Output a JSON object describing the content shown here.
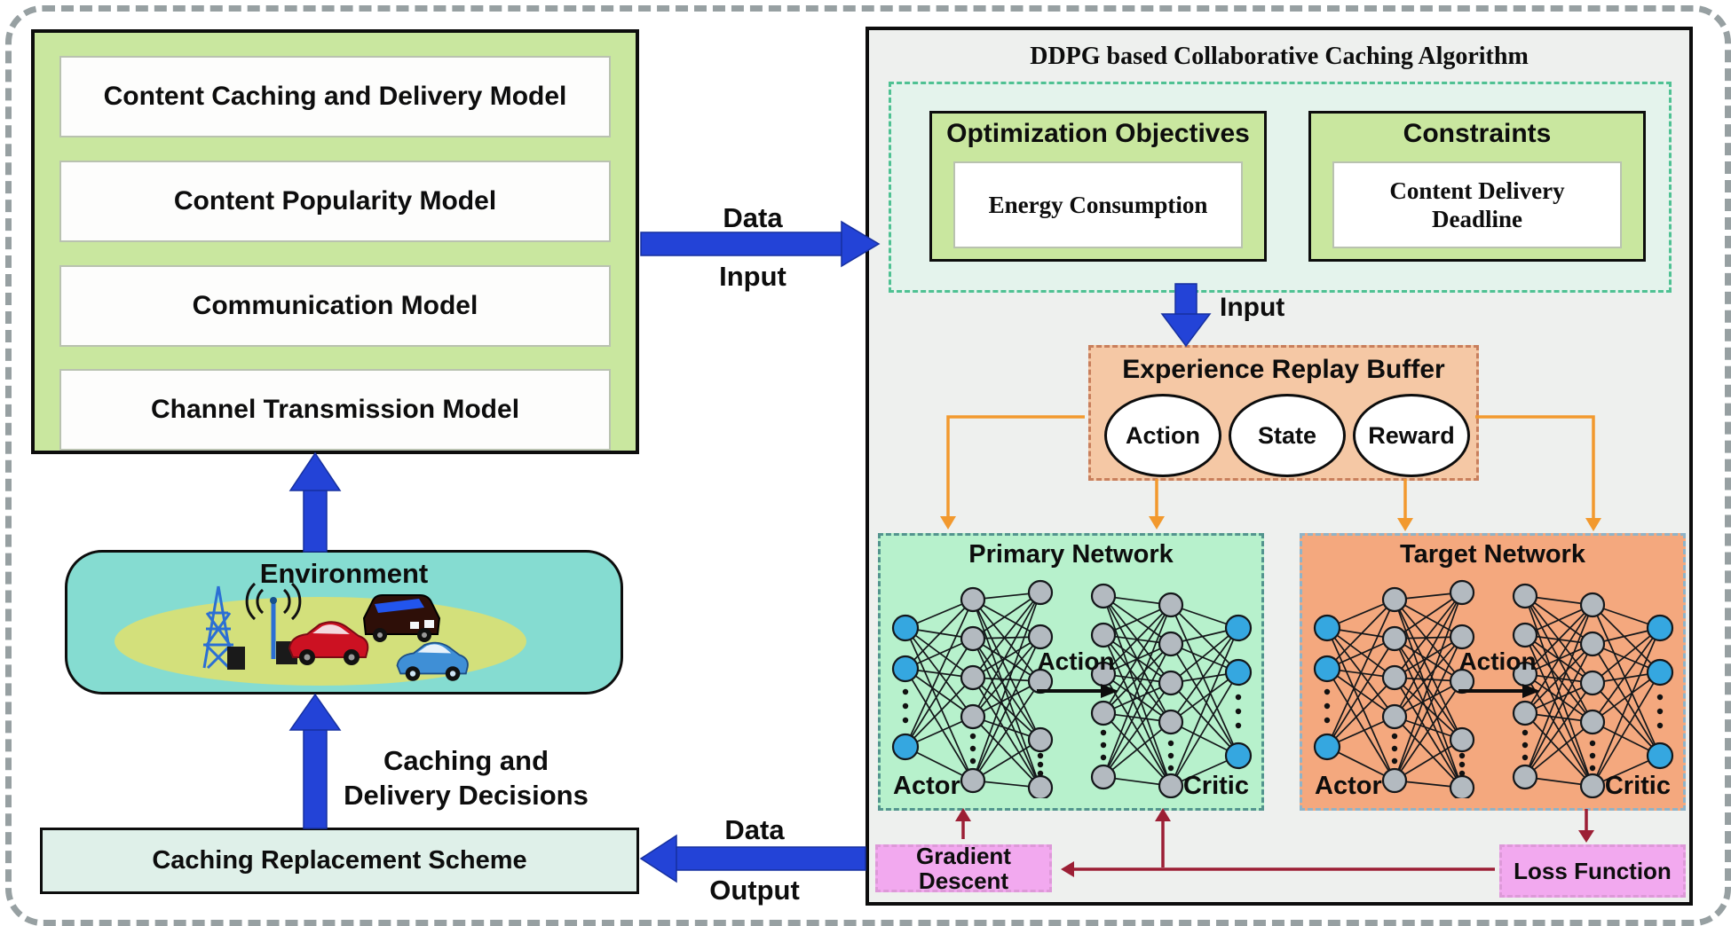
{
  "colors": {
    "blue_arrow": "#2343d7",
    "blue_arrow_edge": "#16309f",
    "orange_line": "#f2992e",
    "maroon_line": "#9c1f35",
    "green_fill": "#c9e79f",
    "mint_fill": "#b7f1cc",
    "salmon_fill": "#f4a87e",
    "peach_fill": "#f5c8a5",
    "pink_fill": "#f2a9ef",
    "teal_fill": "#85dcd1",
    "pale_fill": "#dff0e9",
    "panel_bg": "#eef0ee",
    "dashed_area_bg": "#e4f3ec",
    "node_blue": "#35a7e0",
    "node_gray": "#b3bac0",
    "ground_fill": "#d3e07b",
    "tower_blue": "#2b6fd4",
    "red_car": "#cc1122",
    "dark_car": "#2e0f08",
    "blue_car": "#3f8fd6"
  },
  "left": {
    "models": {
      "items": [
        "Content Caching and Delivery Model",
        "Content Popularity Model",
        "Communication Model",
        "Channel Transmission Model"
      ]
    },
    "environment": {
      "title": "Environment",
      "icons": [
        "cell-tower",
        "wifi-antenna",
        "red-car",
        "suv",
        "blue-car"
      ]
    },
    "decisions_line1": "Caching and",
    "decisions_line2": "Delivery Decisions",
    "caching_scheme_label": "Caching Replacement Scheme"
  },
  "arrows": {
    "data_input_top": "Data",
    "data_input_bottom": "Input",
    "data_output_top": "Data",
    "data_output_bottom": "Output",
    "input_label": "Input"
  },
  "algorithm": {
    "title": "DDPG based Collaborative Caching Algorithm",
    "optimization": {
      "header": "Optimization Objectives",
      "content": "Energy Consumption"
    },
    "constraints": {
      "header": "Constraints",
      "content": "Content Delivery Deadline"
    },
    "buffer": {
      "title": "Experience Replay Buffer",
      "items": [
        "Action",
        "State",
        "Reward"
      ]
    },
    "primary": {
      "title": "Primary Network",
      "actor": "Actor",
      "critic": "Critic",
      "action_label": "Action"
    },
    "target": {
      "title": "Target Network",
      "actor": "Actor",
      "critic": "Critic",
      "action_label": "Action"
    },
    "gradient_descent": "Gradient Descent",
    "loss_function": "Loss Function"
  }
}
